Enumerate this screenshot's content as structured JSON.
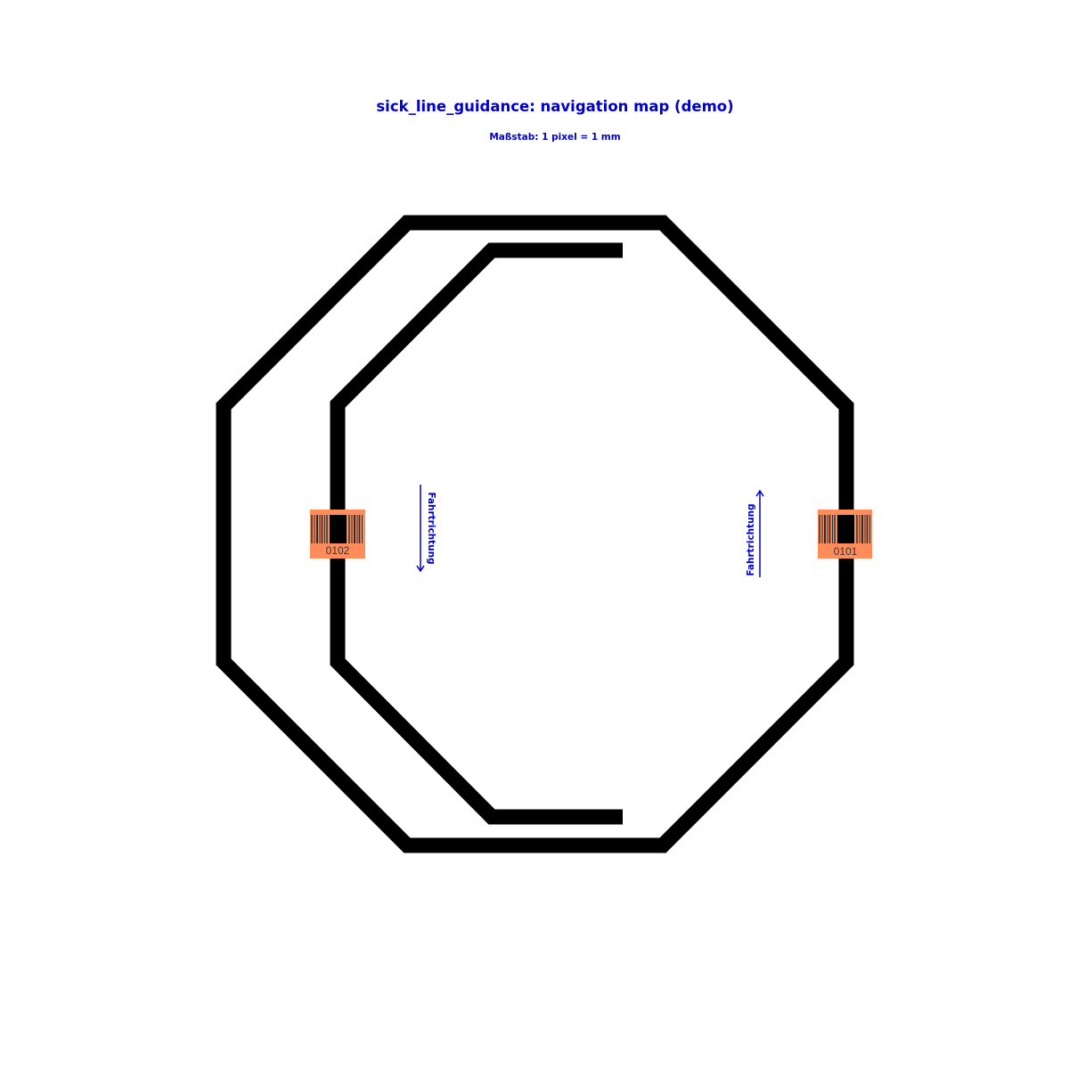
{
  "title": "sick_line_guidance: navigation map (demo)",
  "subtitle": "Maßstab: 1 pixel = 1 mm",
  "colors": {
    "text": "#0000cc",
    "track": "#000000",
    "marker": "#ff8c5a",
    "barcode": "#2b2b2b",
    "background": "#ffffff"
  },
  "markers": [
    {
      "code": "0102"
    },
    {
      "code": "0101"
    }
  ],
  "direction_labels": [
    {
      "label": "Fahrtrichtung",
      "arrow": "down"
    },
    {
      "label": "Fahrtrichtung",
      "arrow": "up"
    }
  ]
}
